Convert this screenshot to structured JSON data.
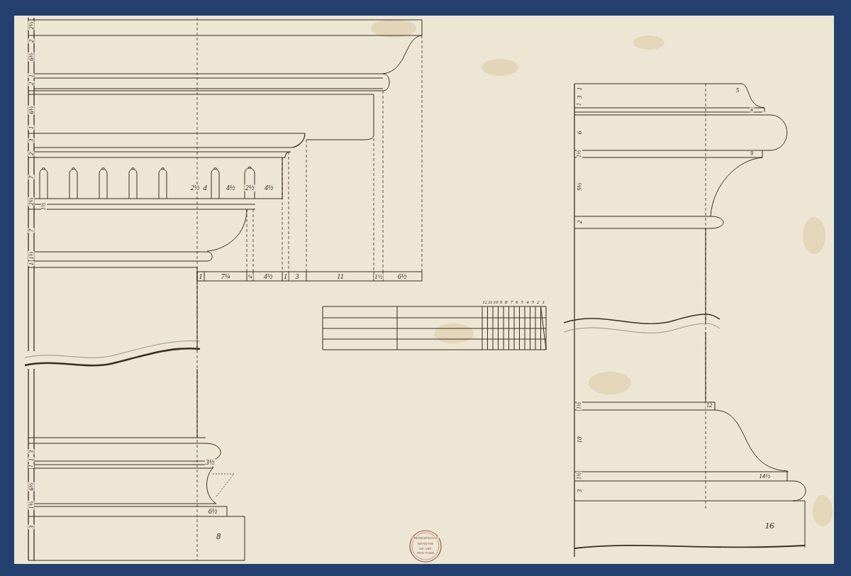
{
  "diagram": {
    "labels": [
      "2½",
      "2",
      "6½",
      "1",
      "2",
      "6½",
      "1",
      "3",
      "2",
      "7",
      "2½",
      "7",
      "1½",
      "1",
      "2½",
      "d",
      "4½",
      "2½",
      "4½",
      "1½",
      "1",
      "7¼",
      "¼",
      "4½",
      "1",
      "3",
      "11",
      "1½",
      "6½",
      "3",
      "1",
      "1",
      "6½",
      "1½",
      "3",
      "3½",
      "6½",
      "8",
      "12",
      "11",
      "10",
      "9",
      "8",
      "7",
      "6",
      "5",
      "4",
      "3",
      "2",
      "1",
      "1",
      "3",
      "1",
      "6",
      "1½",
      "9½",
      "2",
      "1½",
      "10",
      "1½",
      "3",
      "5",
      "8",
      "9",
      "12",
      "14½",
      "16",
      "METROPOLITAN",
      "MVSEVM",
      "OF ART",
      "NEW·YORK"
    ]
  }
}
